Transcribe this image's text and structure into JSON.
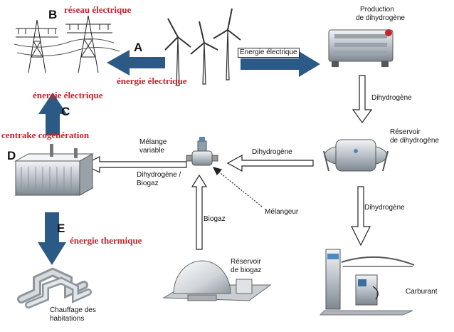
{
  "letters": {
    "a": "A",
    "b": "B",
    "c": "C",
    "d": "D",
    "e": "E"
  },
  "red_labels": {
    "reseau": "réseau électrique",
    "energie_a": "énergie électrique",
    "energie_c": "énergie électrique",
    "centrale": "centrake cogénération",
    "thermique": "énergie thermique"
  },
  "labels": {
    "production": [
      "Production",
      "de dihydrogène"
    ],
    "energie_box": "Energie électrique",
    "dihydrogene_1": "Dihydrogène",
    "reservoir_h2": [
      "Réservoir",
      "de dihydrogène"
    ],
    "dihydrogene_2": "Dihydrogène",
    "dihydrogene_3": "Dihydrogène",
    "melange": [
      "Mélange",
      "variable"
    ],
    "dihydrogene_biogaz": [
      "Dihydrogène /",
      "Biogaz"
    ],
    "melangeur": "Mélangeur",
    "biogaz": "Biogaz",
    "reservoir_biogaz": [
      "Réservoir",
      "de biogaz"
    ],
    "carburant": "Carburant",
    "chauffage": [
      "Chauffage des",
      "habitations"
    ]
  },
  "colors": {
    "blue_arrow": "#2c5a87",
    "red_text": "#c8222a"
  },
  "icons": [
    "pylons-icon",
    "wind-turbine-icon",
    "electrolyser-icon",
    "hydrogen-tank-icon",
    "mixer-valve-icon",
    "biogas-dome-icon",
    "fuel-station-icon",
    "cogeneration-plant-icon",
    "heating-pipes-icon"
  ]
}
